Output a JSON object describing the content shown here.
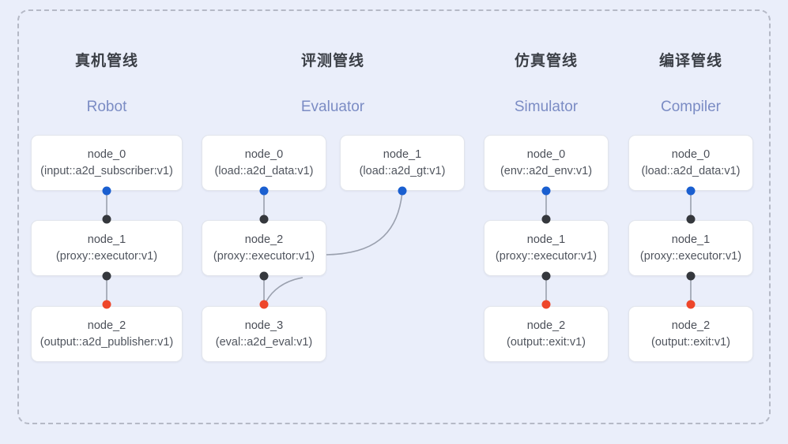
{
  "diagram": {
    "background_color": "#eaeefa",
    "frame_border_color": "#b5b9c6",
    "port_colors": {
      "output": "#1a5fd0",
      "input": "#35383d",
      "terminal": "#ee462a"
    },
    "edge_color": "#9aa0ae"
  },
  "columns": [
    {
      "title": "真机管线",
      "subtitle": "Robot",
      "nodes": [
        {
          "name": "node_0",
          "type": "(input::a2d_subscriber:v1)"
        },
        {
          "name": "node_1",
          "type": "(proxy::executor:v1)"
        },
        {
          "name": "node_2",
          "type": "(output::a2d_publisher:v1)"
        }
      ]
    },
    {
      "title": "评测管线",
      "subtitle": "Evaluator",
      "nodes": [
        {
          "name": "node_0",
          "type": "(load::a2d_data:v1)"
        },
        {
          "name": "node_1",
          "type": "(load::a2d_gt:v1)"
        },
        {
          "name": "node_2",
          "type": "(proxy::executor:v1)"
        },
        {
          "name": "node_3",
          "type": "(eval::a2d_eval:v1)"
        }
      ]
    },
    {
      "title": "仿真管线",
      "subtitle": "Simulator",
      "nodes": [
        {
          "name": "node_0",
          "type": "(env::a2d_env:v1)"
        },
        {
          "name": "node_1",
          "type": "(proxy::executor:v1)"
        },
        {
          "name": "node_2",
          "type": "(output::exit:v1)"
        }
      ]
    },
    {
      "title": "编译管线",
      "subtitle": "Compiler",
      "nodes": [
        {
          "name": "node_0",
          "type": "(load::a2d_data:v1)"
        },
        {
          "name": "node_1",
          "type": "(proxy::executor:v1)"
        },
        {
          "name": "node_2",
          "type": "(output::exit:v1)"
        }
      ]
    }
  ]
}
